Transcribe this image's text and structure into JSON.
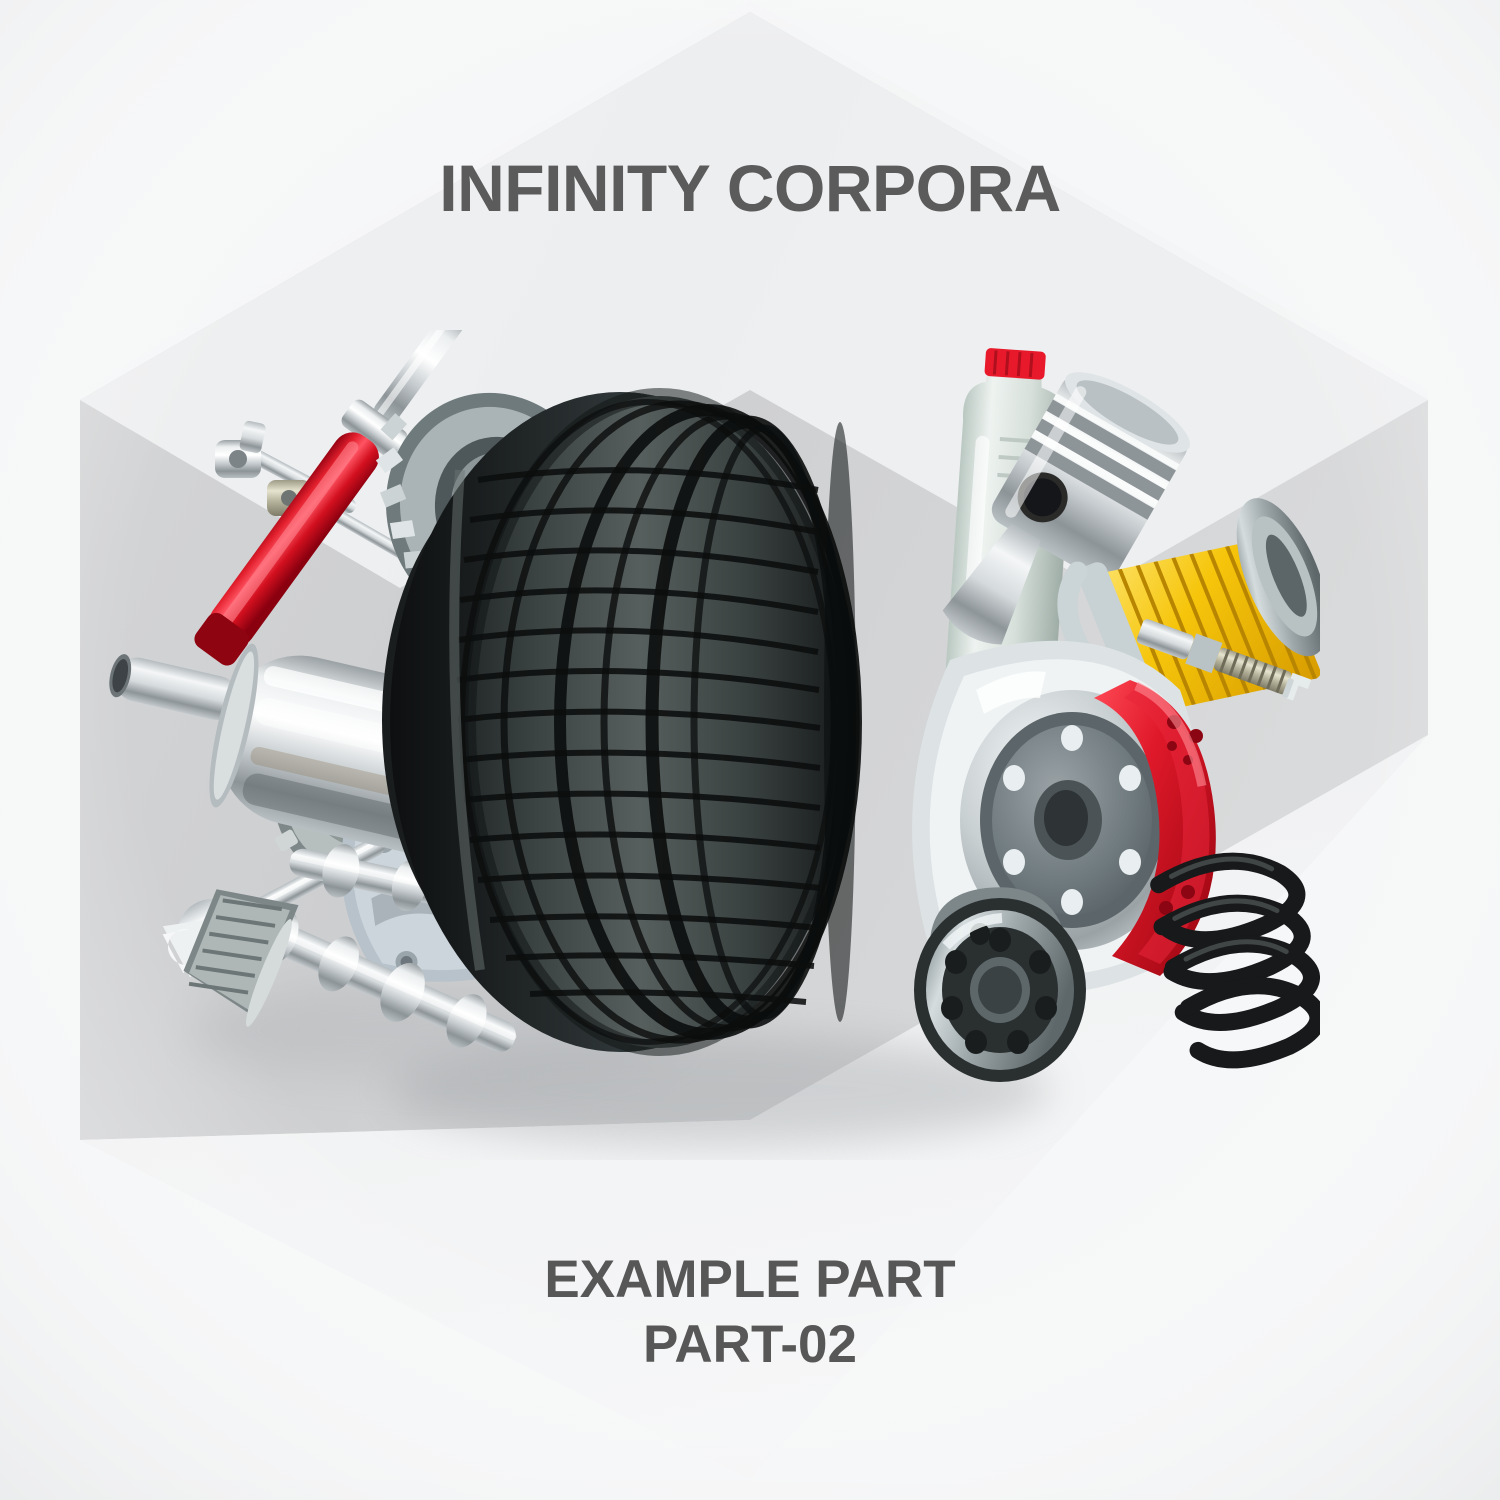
{
  "brand": {
    "title": "INFINITY CORPORA"
  },
  "footer": {
    "part_name": "EXAMPLE PART",
    "part_number": "PART-02"
  },
  "colors": {
    "page_background": "#f6f7f8",
    "hexagon_light": "#eceded",
    "hexagon_mid": "#e2e3e4",
    "hexagon_dark": "#cfd0d1",
    "title_text": "#5b5b5b",
    "footer_text": "#575757",
    "accent_red": "#e2172b",
    "caliper_red": "#e21f2d",
    "filter_yellow": "#f4c40a",
    "tire_black": "#1c1f1f",
    "chrome_light": "#e8ebec",
    "chrome_dark": "#8f969a",
    "oil_bottle": "#dfe7e3"
  },
  "illustration": {
    "name": "automotive-spare-parts-collage",
    "parts": [
      {
        "id": "tire",
        "label": "Car tire with tread pattern"
      },
      {
        "id": "muffler",
        "label": "Chrome exhaust muffler"
      },
      {
        "id": "shock-absorber",
        "label": "Red shock absorber strut"
      },
      {
        "id": "tie-rod",
        "label": "Tie rod end"
      },
      {
        "id": "ring-gear",
        "label": "Bevel ring gear"
      },
      {
        "id": "wrench",
        "label": "Open-end wrench"
      },
      {
        "id": "timing-gear",
        "label": "Timing gear / cog"
      },
      {
        "id": "carburetor",
        "label": "Twin-barrel carburetor"
      },
      {
        "id": "camshaft",
        "label": "Camshaft"
      },
      {
        "id": "helical-gear",
        "label": "Helical drive gear"
      },
      {
        "id": "oil-bottle",
        "label": "Motor oil bottle with red cap"
      },
      {
        "id": "piston",
        "label": "Engine piston with rings"
      },
      {
        "id": "air-filter",
        "label": "Yellow pleated air filter"
      },
      {
        "id": "spark-plug",
        "label": "Spark plug"
      },
      {
        "id": "brake-disc",
        "label": "Brake disc rotor"
      },
      {
        "id": "brake-caliper",
        "label": "Red brake caliper"
      },
      {
        "id": "coil-spring",
        "label": "Suspension coil spring"
      },
      {
        "id": "oil-filter",
        "label": "Spin-on oil filter"
      }
    ]
  }
}
